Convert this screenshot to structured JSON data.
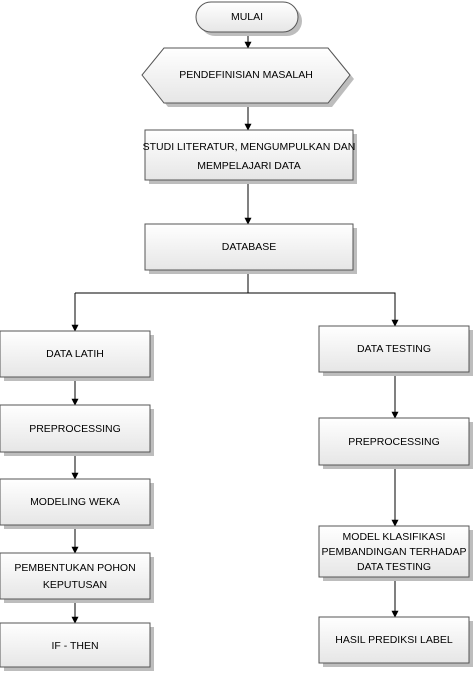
{
  "nodes": {
    "start": "MULAI",
    "problem_definition": "PENDEFINISIAN MASALAH",
    "literature_study": [
      "STUDI LITERATUR, MENGUMPULKAN DAN",
      "MEMPELAJARI DATA"
    ],
    "database": "DATABASE",
    "training_data": "DATA LATIH",
    "preprocessing_left": "PREPROCESSING",
    "modeling": "MODELING WEKA",
    "decision_tree": [
      "PEMBENTUKAN POHON",
      "KEPUTUSAN"
    ],
    "if_then": "IF - THEN",
    "testing_data": "DATA TESTING",
    "preprocessing_right": "PREPROCESSING",
    "classification_model": [
      "MODEL KLASIFIKASI",
      "PEMBANDINGAN TERHADAP",
      "DATA TESTING"
    ],
    "prediction_result": "HASIL PREDIKSI LABEL"
  }
}
